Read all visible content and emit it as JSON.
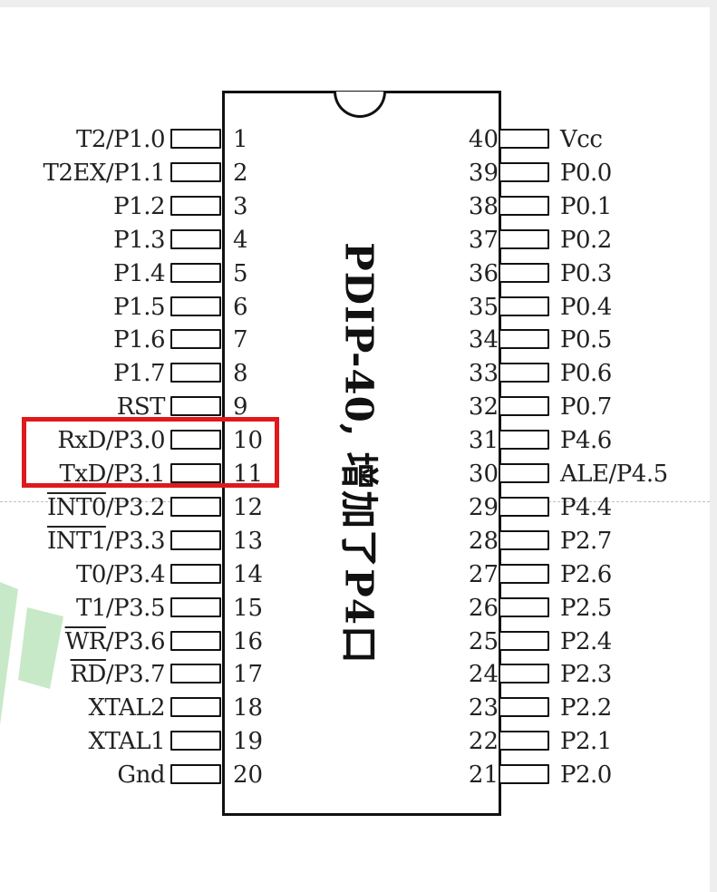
{
  "chip": {
    "label": "PDIP-40, 增加了P4口",
    "border_color": "#111111"
  },
  "left_pins": [
    {
      "num": "1",
      "signal": "T2/P1.0"
    },
    {
      "num": "2",
      "signal": "T2EX/P1.1"
    },
    {
      "num": "3",
      "signal": "P1.2"
    },
    {
      "num": "4",
      "signal": "P1.3"
    },
    {
      "num": "5",
      "signal": "P1.4"
    },
    {
      "num": "6",
      "signal": "P1.5"
    },
    {
      "num": "7",
      "signal": "P1.6"
    },
    {
      "num": "8",
      "signal": "P1.7"
    },
    {
      "num": "9",
      "signal": "RST"
    },
    {
      "num": "10",
      "signal": "RxD/P3.0"
    },
    {
      "num": "11",
      "signal": "TxD/P3.1"
    },
    {
      "num": "12",
      "signal": "INT0/P3.2",
      "bar": "INT0",
      "rest": "/P3.2"
    },
    {
      "num": "13",
      "signal": "INT1/P3.3",
      "bar": "INT1",
      "rest": "/P3.3"
    },
    {
      "num": "14",
      "signal": "T0/P3.4"
    },
    {
      "num": "15",
      "signal": "T1/P3.5"
    },
    {
      "num": "16",
      "signal": "WR/P3.6",
      "bar": "WR",
      "rest": "/P3.6"
    },
    {
      "num": "17",
      "signal": "RD/P3.7",
      "bar": "RD",
      "rest": "/P3.7"
    },
    {
      "num": "18",
      "signal": "XTAL2"
    },
    {
      "num": "19",
      "signal": "XTAL1"
    },
    {
      "num": "20",
      "signal": "Gnd"
    }
  ],
  "right_pins": [
    {
      "num": "40",
      "signal": "Vcc"
    },
    {
      "num": "39",
      "signal": "P0.0"
    },
    {
      "num": "38",
      "signal": "P0.1"
    },
    {
      "num": "37",
      "signal": "P0.2"
    },
    {
      "num": "36",
      "signal": "P0.3"
    },
    {
      "num": "35",
      "signal": "P0.4"
    },
    {
      "num": "34",
      "signal": "P0.5"
    },
    {
      "num": "33",
      "signal": "P0.6"
    },
    {
      "num": "32",
      "signal": "P0.7"
    },
    {
      "num": "31",
      "signal": "P4.6"
    },
    {
      "num": "30",
      "signal": "ALE/P4.5"
    },
    {
      "num": "29",
      "signal": "P4.4"
    },
    {
      "num": "28",
      "signal": "P2.7"
    },
    {
      "num": "27",
      "signal": "P2.6"
    },
    {
      "num": "26",
      "signal": "P2.5"
    },
    {
      "num": "25",
      "signal": "P2.4"
    },
    {
      "num": "24",
      "signal": "P2.3"
    },
    {
      "num": "23",
      "signal": "P2.2"
    },
    {
      "num": "22",
      "signal": "P2.1"
    },
    {
      "num": "21",
      "signal": "P2.0"
    }
  ],
  "highlight": {
    "pins": [
      "10",
      "11"
    ],
    "color": "#e0191b"
  },
  "watermark": {
    "color": "#3cb43c"
  }
}
